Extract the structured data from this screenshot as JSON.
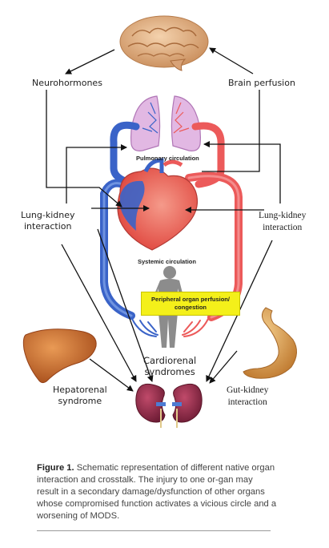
{
  "labels": {
    "neurohormones": "Neurohormones",
    "brain_perfusion": "Brain perfusion",
    "pulmonary_circulation": "Pulmonary circulation",
    "lung_kidney_left": "Lung-kidney\ninteraction",
    "lung_kidney_right": "Lung-kidney\ninteraction",
    "systemic_circulation": "Systemic circulation",
    "peripheral": "Peripheral organ perfusion/\ncongestion",
    "cardiorenal": "Cardiorenal\nsyndromes",
    "hepatorenal": "Hepatorenal\nsyndrome",
    "gut_kidney": "Gut-kidney\ninteraction"
  },
  "caption": {
    "figure_label": "Figure 1.",
    "text": " Schematic representation of different native organ interaction and crosstalk. The injury to one or-gan may result in a secondary damage/dysfunction of other organs whose compromised function activates a vicious circle and a worsening of MODS."
  },
  "colors": {
    "venous": "#3a63c8",
    "arterial": "#ec5a5a",
    "lung": "#d79ad8",
    "brain": "#e7b88a",
    "liver": "#d4742f",
    "stomach": "#e4a75a",
    "kidney": "#8b2a4a",
    "callout": "#f4f01a"
  },
  "icons": [
    "brain-icon",
    "lungs-icon",
    "heart-icon",
    "human-silhouette-icon",
    "liver-icon",
    "stomach-icon",
    "kidneys-icon"
  ]
}
